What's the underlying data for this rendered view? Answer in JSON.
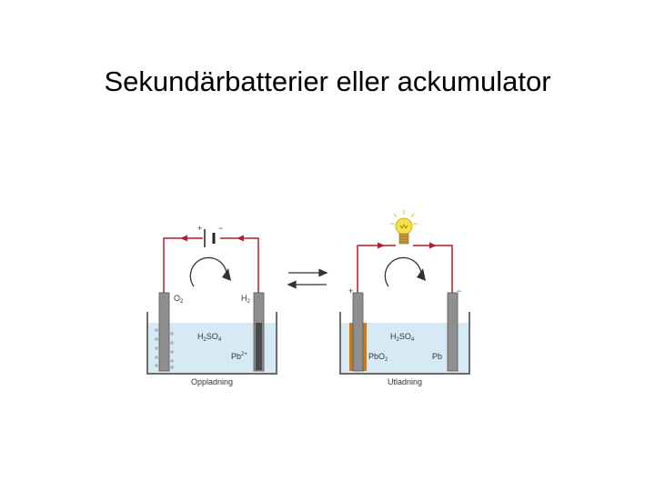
{
  "slide": {
    "title": "Sekundärbatterier eller ackumulator"
  },
  "charging_cell": {
    "caption": "Oppladning",
    "battery_plus": "+",
    "battery_minus": "−",
    "left_gas_base": "O",
    "left_gas_sub": "2",
    "right_gas_base": "H",
    "right_gas_sub": "2",
    "electrolyte": {
      "h": "H",
      "h_sub": "2",
      "so": "SO",
      "so_sub": "4"
    },
    "ion": {
      "base": "Pb",
      "sup": "2+"
    }
  },
  "discharging_cell": {
    "caption": "Utladning",
    "plus": "+",
    "minus": "−",
    "electrolyte": {
      "h": "H",
      "h_sub": "2",
      "so": "SO",
      "so_sub": "4"
    },
    "left_electrode": {
      "base": "PbO",
      "sub": "2"
    },
    "right_electrode": "Pb"
  },
  "colors": {
    "wire": "#b71c2c",
    "electrolyte": "#d6eaf6",
    "beaker": "#6b6b6b",
    "electrode": "#8f8f8f",
    "electrode_dark": "#4a4a4a",
    "pbo2_coating": "#c77a20",
    "bulb": "#f3e14a"
  }
}
